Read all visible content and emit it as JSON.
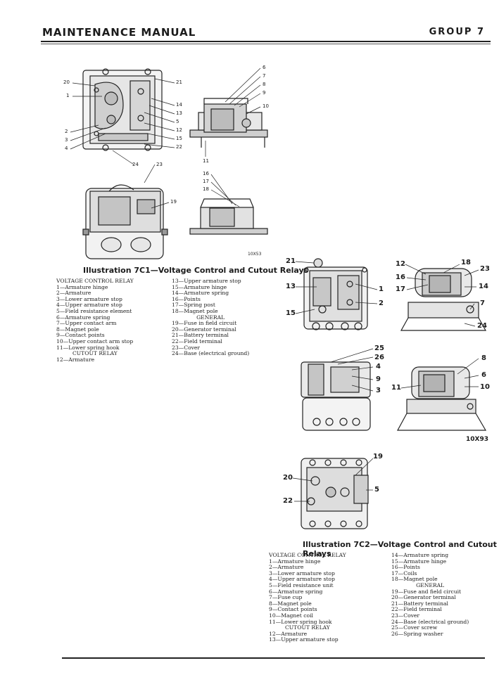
{
  "header": {
    "title": "MAINTENANCE MANUAL",
    "group": "GROUP 7"
  },
  "fig1": {
    "code": "10X53",
    "caption": "Illustration 7C1—Voltage Control and Cutout Relays",
    "callouts_left": [
      "20",
      "1",
      "2",
      "3",
      "4"
    ],
    "callouts_right": [
      "21",
      "14",
      "13",
      "5",
      "12",
      "15",
      "22"
    ],
    "callouts_side": [
      "6",
      "7",
      "8",
      "9",
      "10",
      "11"
    ],
    "callouts_bottom": [
      "24",
      "23",
      "16",
      "17",
      "18",
      "19"
    ],
    "legend_col1": [
      "VOLTAGE CONTROL RELAY",
      "1—Armature hinge",
      "2—Armature",
      "3—Lower armature stop",
      "4—Upper armature stop",
      "5—Field resistance element",
      "6—Armature spring",
      "7—Upper contact arm",
      "8—Magnet pole",
      "9—Contact points",
      "10—Upper contact arm stop",
      "11—Lower spring hook",
      "CUTOUT RELAY",
      "12—Armature"
    ],
    "legend_col2": [
      "13—Upper armature stop",
      "15—Armature hinge",
      "14—Armature spring",
      "16—Points",
      "17—Spring post",
      "18—Magnet pole",
      "GENERAL",
      "19—Fuse in field circuit",
      "20—Generator terminal",
      "21—Battery terminal",
      "22—Field terminal",
      "23—Cover",
      "24—Base (electrical ground)"
    ]
  },
  "fig2": {
    "code": "10X93",
    "caption": "Illustration 7C2—Voltage Control and Cutout Relays",
    "callouts": [
      "21",
      "13",
      "15",
      "1",
      "2",
      "12",
      "16",
      "17",
      "18",
      "23",
      "14",
      "7",
      "24",
      "25",
      "26",
      "4",
      "9",
      "3",
      "8",
      "6",
      "10",
      "11",
      "19",
      "20",
      "22",
      "5"
    ],
    "legend_col1": [
      "VOLTAGE CONTROL RELAY",
      "1—Armature hinge",
      "2—Armature",
      "3—Lower armature stop",
      "4—Upper armature stop",
      "5—Field resistance unit",
      "6—Armature spring",
      "7—Fuse cup",
      "8—Magnet pole",
      "9—Contact points",
      "10—Magnet coil",
      "11—Lower spring hook",
      "CUTOUT RELAY",
      "12—Armature",
      "13—Upper armature stop"
    ],
    "legend_col2": [
      "14—Armature spring",
      "15—Armature hinge",
      "16—Points",
      "17—Coils",
      "18—Magnet pole",
      "GENERAL",
      "19—Fuse and field circuit",
      "20—Generator terminal",
      "21—Battery terminal",
      "22—Field terminal",
      "23—Cover",
      "24—Base (electrical ground)",
      "25—Cover screw",
      "26—Spring washer"
    ]
  }
}
